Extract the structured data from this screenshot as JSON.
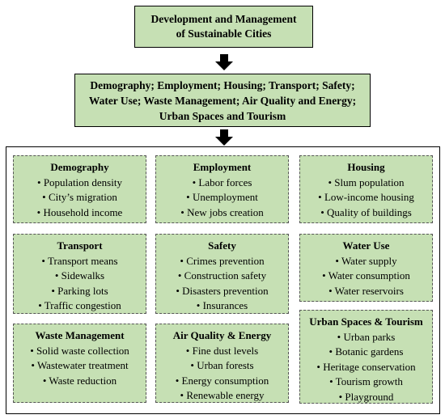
{
  "top": {
    "line1": "Development and Management",
    "line2": "of Sustainable Cities"
  },
  "middle": {
    "line1": "Demography; Employment; Housing; Transport; Safety;",
    "line2": "Water Use; Waste Management; Air Quality and Energy;",
    "line3": "Urban Spaces and Tourism"
  },
  "cards": {
    "demography": {
      "title": "Demography",
      "items": [
        "Population density",
        "City’s migration",
        "Household income"
      ]
    },
    "employment": {
      "title": "Employment",
      "items": [
        "Labor forces",
        "Unemployment",
        "New jobs creation"
      ]
    },
    "housing": {
      "title": "Housing",
      "items": [
        "Slum population",
        "Low-income housing",
        "Quality of buildings"
      ]
    },
    "transport": {
      "title": "Transport",
      "items": [
        "Transport means",
        "Sidewalks",
        "Parking lots",
        "Traffic congestion"
      ]
    },
    "safety": {
      "title": "Safety",
      "items": [
        "Crimes prevention",
        "Construction safety",
        "Disasters prevention",
        "Insurances"
      ]
    },
    "water": {
      "title": "Water Use",
      "items": [
        "Water supply",
        "Water consumption",
        "Water reservoirs"
      ]
    },
    "waste": {
      "title": "Waste Management",
      "items": [
        "Solid waste collection",
        "Wastewater treatment",
        "Waste reduction"
      ]
    },
    "air": {
      "title": "Air Quality & Energy",
      "items": [
        "Fine dust levels",
        "Urban forests",
        "Energy consumption",
        "Renewable energy"
      ]
    },
    "urban": {
      "title": "Urban Spaces & Tourism",
      "items": [
        "Urban parks",
        "Botanic gardens",
        "Heritage conservation",
        "Tourism growth",
        "Playground"
      ]
    }
  },
  "bullet": "•",
  "colors": {
    "box_fill": "#c6e0b4",
    "border": "#000000"
  }
}
